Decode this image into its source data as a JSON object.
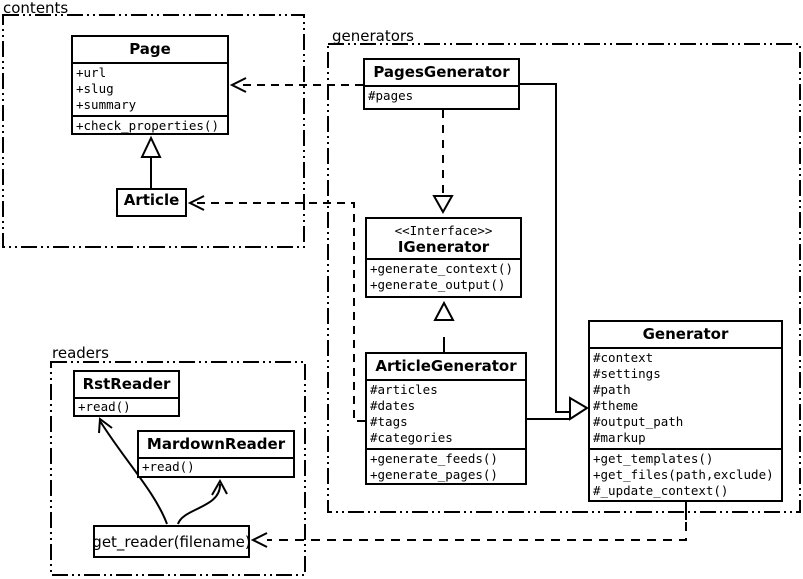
{
  "packages": {
    "contents": {
      "label": "contents"
    },
    "generators": {
      "label": "generators"
    },
    "readers": {
      "label": "readers"
    }
  },
  "classes": {
    "page": {
      "name": "Page",
      "attributes": [
        "+url",
        "+slug",
        "+summary"
      ],
      "methods": [
        "+check_properties()"
      ]
    },
    "article": {
      "name": "Article"
    },
    "pages_generator": {
      "name": "PagesGenerator",
      "attributes": [
        "#pages"
      ]
    },
    "igenerator": {
      "stereotype": "<<Interface>>",
      "name": "IGenerator",
      "methods": [
        "+generate_context()",
        "+generate_output()"
      ]
    },
    "article_generator": {
      "name": "ArticleGenerator",
      "attributes": [
        "#articles",
        "#dates",
        "#tags",
        "#categories"
      ],
      "methods": [
        "+generate_feeds()",
        "+generate_pages()"
      ]
    },
    "generator": {
      "name": "Generator",
      "attributes": [
        "#context",
        "#settings",
        "#path",
        "#theme",
        "#output_path",
        "#markup"
      ],
      "methods": [
        "+get_templates()",
        "+get_files(path,exclude)",
        "#_update_context()"
      ]
    },
    "rst_reader": {
      "name": "RstReader",
      "methods": [
        "+read()"
      ]
    },
    "mardown_reader": {
      "name": "MardownReader",
      "methods": [
        "+read()"
      ]
    },
    "get_reader": {
      "label": "get_reader(filename)"
    }
  },
  "relationships": [
    {
      "from": "Article",
      "to": "Page",
      "type": "inheritance"
    },
    {
      "from": "PagesGenerator",
      "to": "Page",
      "type": "dependency"
    },
    {
      "from": "ArticleGenerator",
      "to": "Article",
      "type": "dependency"
    },
    {
      "from": "PagesGenerator",
      "to": "IGenerator",
      "type": "realization"
    },
    {
      "from": "ArticleGenerator",
      "to": "IGenerator",
      "type": "realization"
    },
    {
      "from": "PagesGenerator",
      "to": "Generator",
      "type": "inheritance"
    },
    {
      "from": "ArticleGenerator",
      "to": "Generator",
      "type": "inheritance"
    },
    {
      "from": "Generator",
      "to": "get_reader(filename)",
      "type": "dependency"
    },
    {
      "from": "get_reader(filename)",
      "to": "RstReader",
      "type": "dependency"
    },
    {
      "from": "get_reader(filename)",
      "to": "MardownReader",
      "type": "dependency"
    }
  ],
  "colors": {
    "stroke": "#000000",
    "background": "#ffffff"
  }
}
